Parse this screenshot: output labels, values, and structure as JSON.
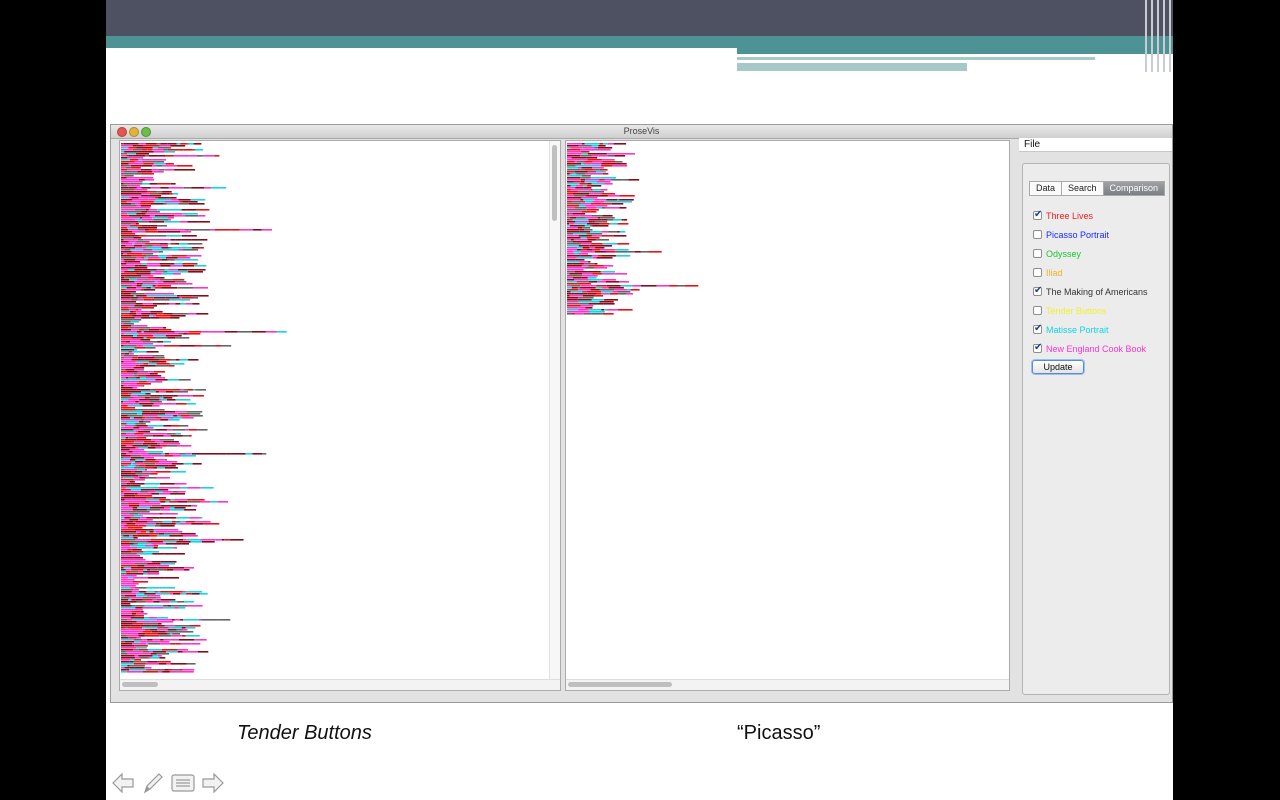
{
  "window": {
    "title": "ProseVis"
  },
  "menu": {
    "file_label": "File"
  },
  "tabs": [
    {
      "label": "Data",
      "active": false
    },
    {
      "label": "Search",
      "active": false
    },
    {
      "label": "Comparison",
      "active": true
    }
  ],
  "comparison": {
    "items": [
      {
        "label": "Three Lives",
        "checked": true,
        "color": "#ff1a1a"
      },
      {
        "label": "Picasso Portrait",
        "checked": false,
        "color": "#1a2bff"
      },
      {
        "label": "Odyssey",
        "checked": false,
        "color": "#19c832"
      },
      {
        "label": "Iliad",
        "checked": false,
        "color": "#f2b124"
      },
      {
        "label": "The Making of Americans",
        "checked": true,
        "color": "#333333"
      },
      {
        "label": "Tender Buttons",
        "checked": false,
        "color": "#f4ef2d"
      },
      {
        "label": "Matisse Portrait",
        "checked": true,
        "color": "#10d6e6"
      },
      {
        "label": "New England Cook Book",
        "checked": true,
        "color": "#ff33cc"
      }
    ],
    "update_label": "Update"
  },
  "captions": {
    "left": "Tender Buttons",
    "right": "“Picasso”"
  },
  "colors": {
    "header_dark": "#4e5161",
    "header_teal": "#4d9294",
    "maroon": "#8b0a1a",
    "red": "#ee1111",
    "magenta": "#ff33cc",
    "cyan": "#10d6e6",
    "gray": "#666666"
  },
  "nav": {
    "icons": [
      "arrow-left-icon",
      "pen-icon",
      "menu-icon",
      "arrow-right-icon"
    ]
  }
}
